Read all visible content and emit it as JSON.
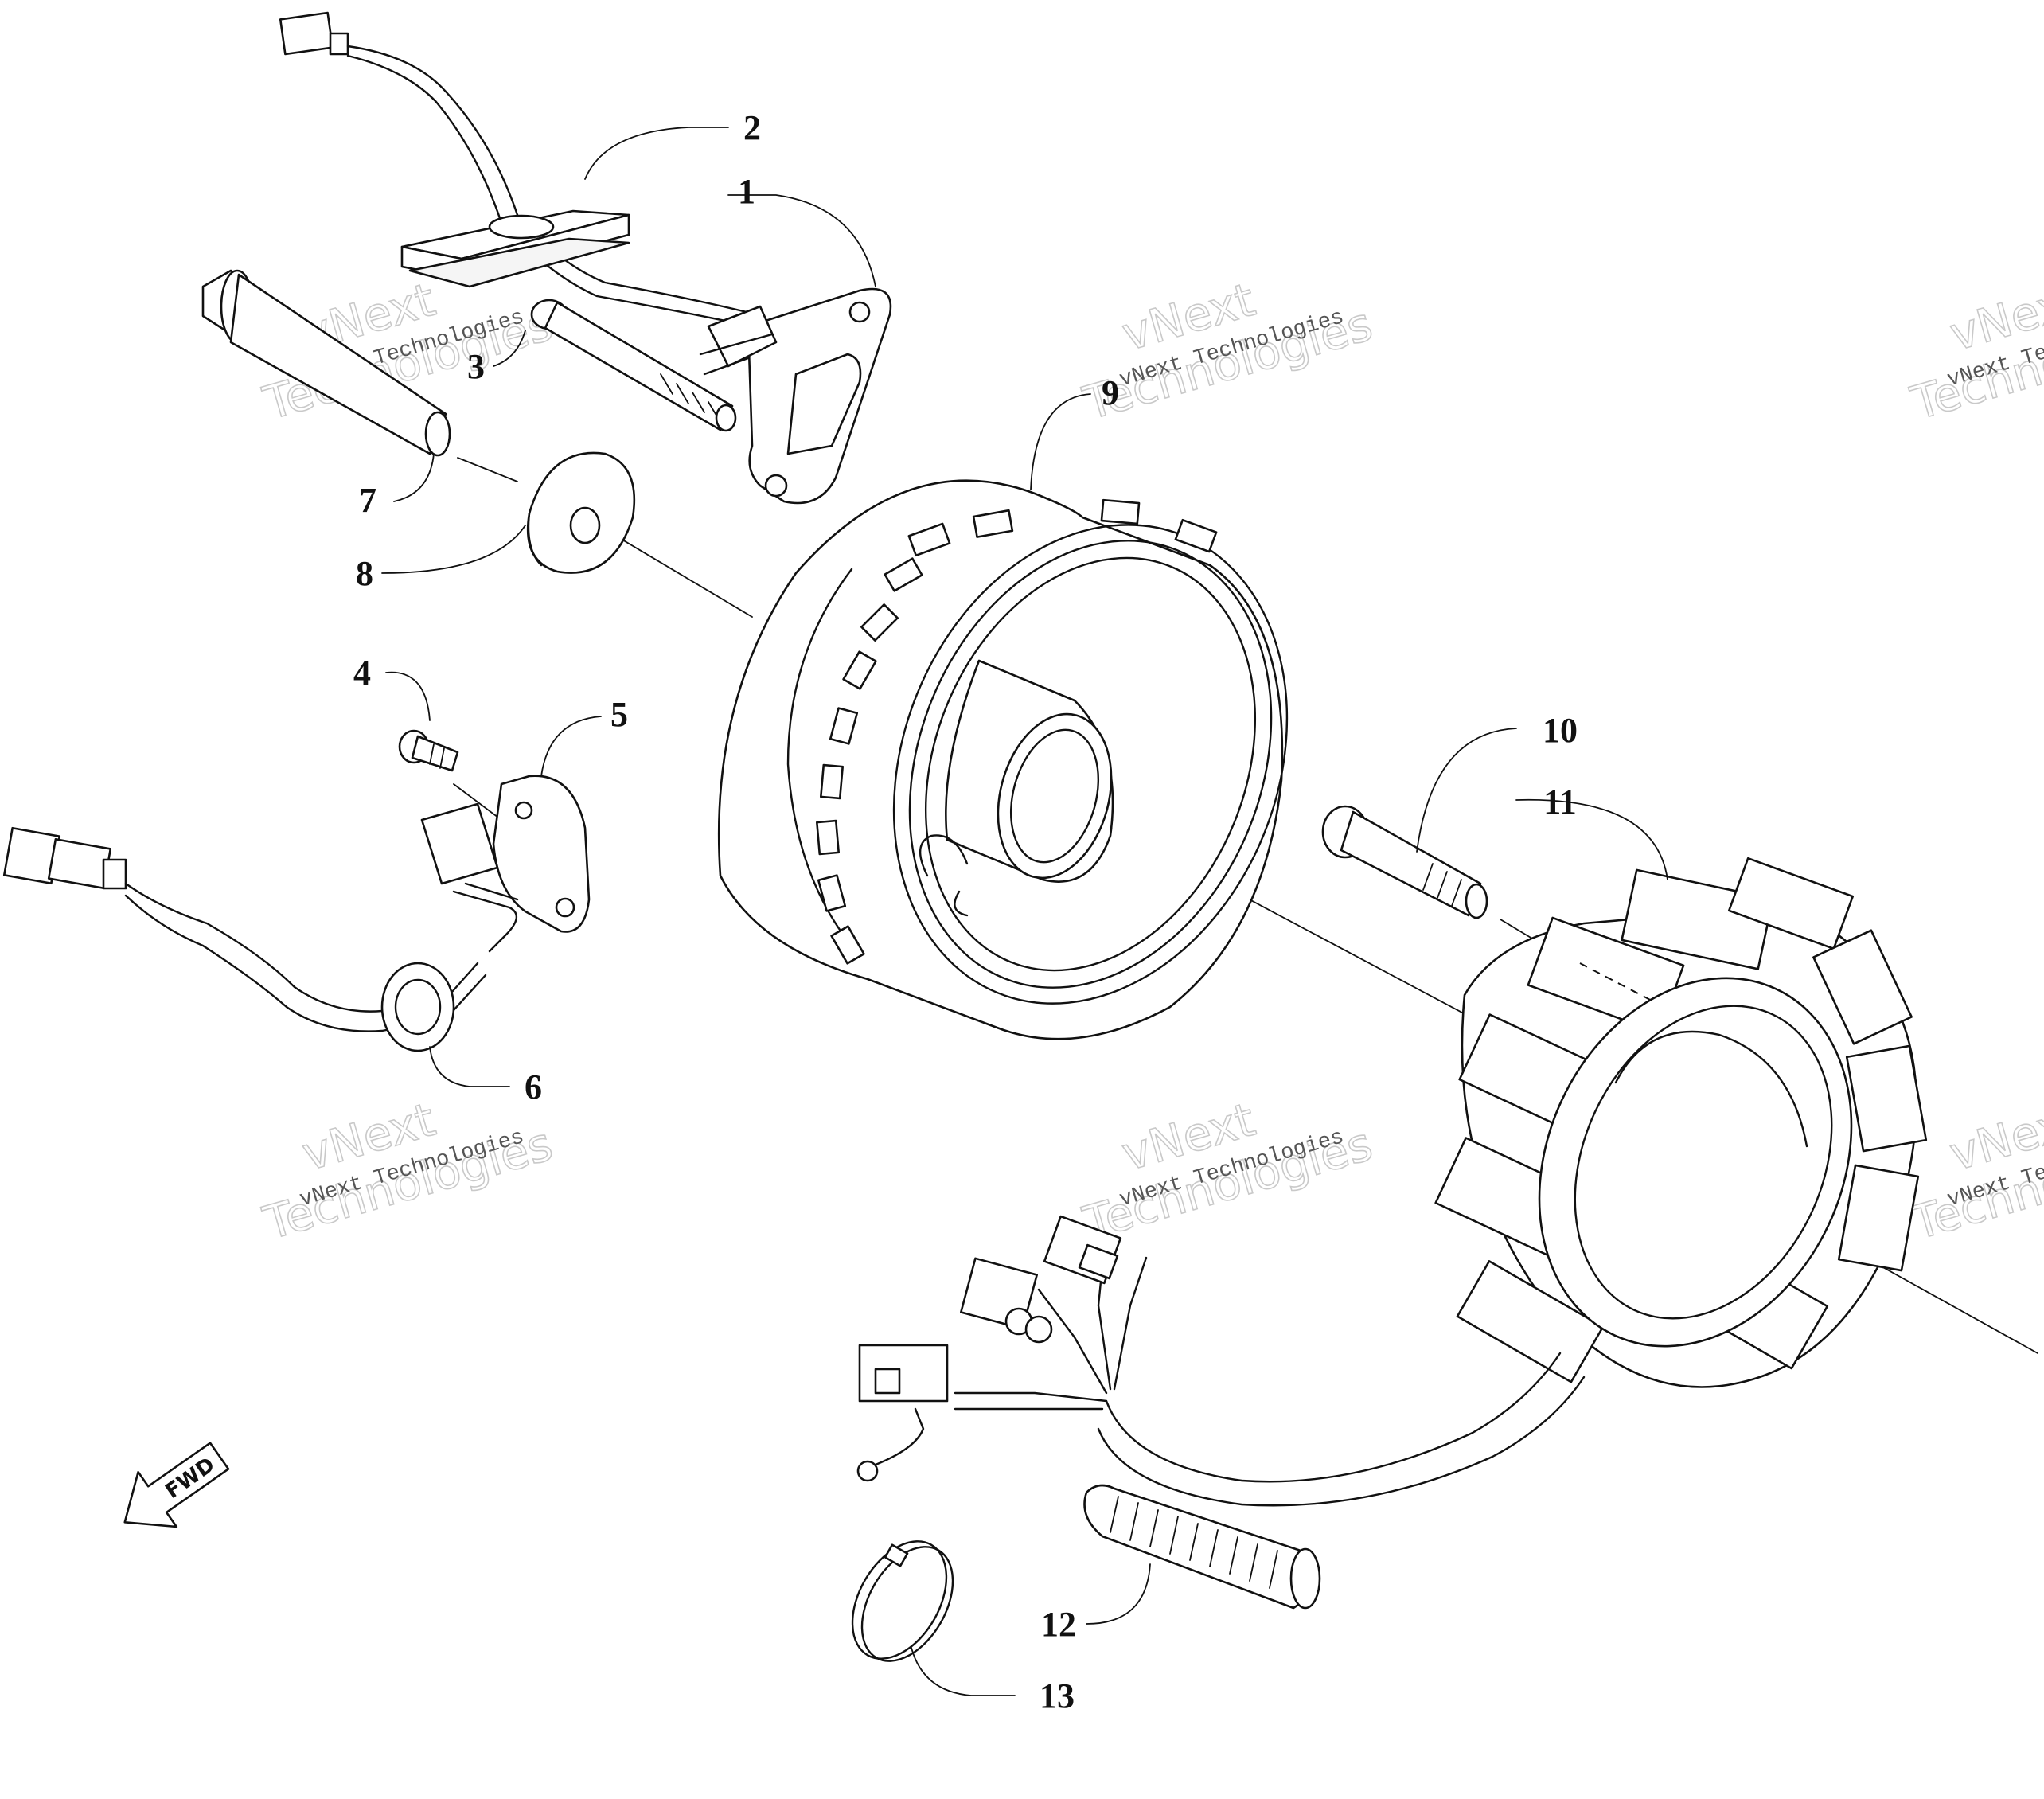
{
  "callouts": [
    {
      "id": "1",
      "label": "1"
    },
    {
      "id": "2",
      "label": "2"
    },
    {
      "id": "3",
      "label": "3"
    },
    {
      "id": "4",
      "label": "4"
    },
    {
      "id": "5",
      "label": "5"
    },
    {
      "id": "6",
      "label": "6"
    },
    {
      "id": "7",
      "label": "7"
    },
    {
      "id": "8",
      "label": "8"
    },
    {
      "id": "9",
      "label": "9"
    },
    {
      "id": "10",
      "label": "10"
    },
    {
      "id": "11",
      "label": "11"
    },
    {
      "id": "12",
      "label": "12"
    },
    {
      "id": "13",
      "label": "13"
    }
  ],
  "direction_label": "FWD",
  "watermark": {
    "big_line1": "vNext",
    "big_line2": "Technologies",
    "small": "vNext Technologies"
  }
}
